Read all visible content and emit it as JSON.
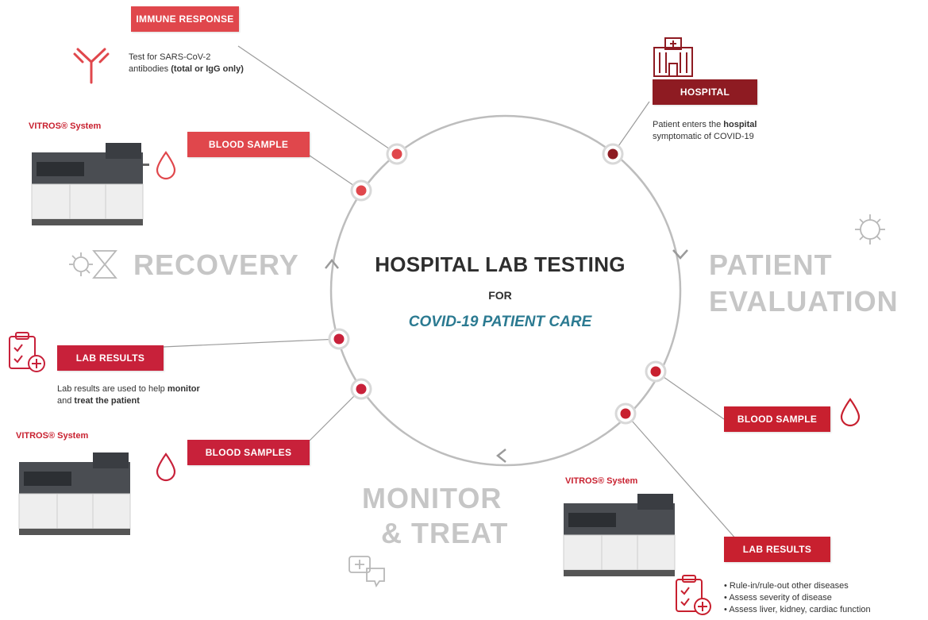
{
  "center": {
    "title": "HOSPITAL LAB TESTING",
    "for": "FOR",
    "subtitle": "COVID-19 PATIENT CARE"
  },
  "phases": {
    "recovery": "RECOVERY",
    "patient_evaluation_1": "PATIENT",
    "patient_evaluation_2": "EVALUATION",
    "monitor_1": "MONITOR",
    "monitor_2": "& TREAT"
  },
  "labels": {
    "immune_response": "IMMUNE RESPONSE",
    "blood_sample_top": "BLOOD SAMPLE",
    "hospital": "HOSPITAL",
    "lab_results_left": "LAB RESULTS",
    "blood_samples_left": "BLOOD SAMPLES",
    "blood_sample_right": "BLOOD SAMPLE",
    "lab_results_right": "LAB RESULTS"
  },
  "descriptions": {
    "immune_line1": "Test for SARS-CoV-2",
    "immune_line2_pre": "antibodies ",
    "immune_line2_bold": "(total or IgG only)",
    "hospital_line1_pre": "Patient enters the ",
    "hospital_line1_bold": "hospital",
    "hospital_line2": "symptomatic of COVID-19",
    "lab_left_line1_pre": "Lab results are used to help ",
    "lab_left_line1_bold": "monitor",
    "lab_left_line2_pre": "and ",
    "lab_left_line2_bold": "treat the patient"
  },
  "systems": {
    "top_left": "VITROS® System",
    "bottom_left": "VITROS® System",
    "bottom_right": "VITROS® System"
  },
  "bullets": [
    "Rule-in/rule-out other diseases",
    "Assess severity of disease",
    "Assess liver, kidney, cardiac function"
  ],
  "colors": {
    "red": "#e0474c",
    "dark_red": "#8e1b22",
    "crimson": "#c8213a",
    "bright_red": "#c8202f",
    "teal": "#2b7a91",
    "gray": "#c6c6c6"
  }
}
